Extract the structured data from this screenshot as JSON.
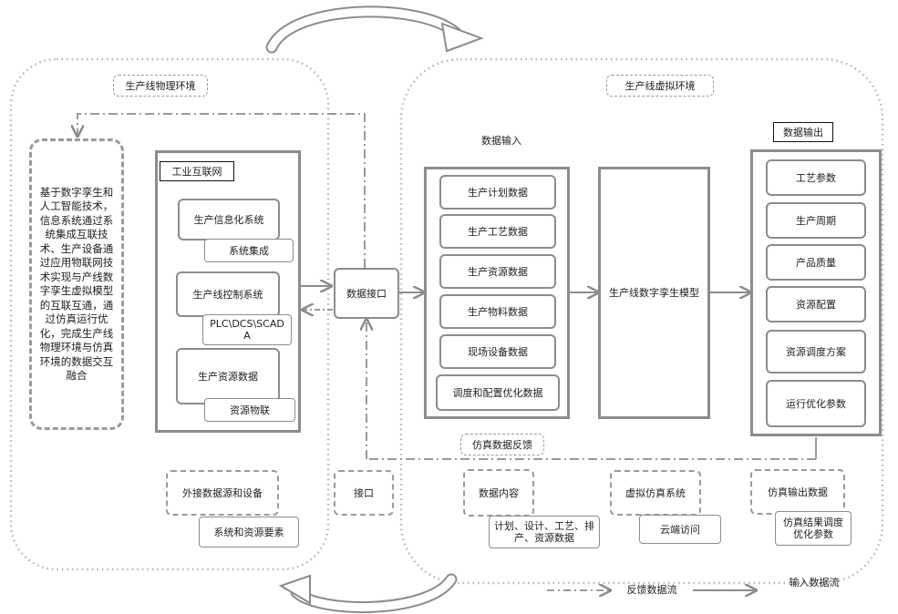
{
  "physical_env": {
    "title": "生产线物理环境",
    "description": "基于数字孪生和人工智能技术，信息系统通过系统集成互联技术、生产设备通过应用物联网技术实现与产线数字孪生虚拟模型的互联互通，通过仿真运行优化，完成生产线物理环境与仿真环境的数据交互融合",
    "industrial_internet": "工业互联网",
    "info_system": "生产信息化系统",
    "system_integration": "系统集成",
    "control_system": "生产线控制系统",
    "plc_label": "PLC\\DCS\\SCADA",
    "resource_data": "生产资源数据",
    "resource_iot": "资源物联",
    "external_source": "外接数据源和设备",
    "system_resource_elements": "系统和资源要素"
  },
  "interface": {
    "data_interface": "数据接口",
    "interface": "接口"
  },
  "virtual_env": {
    "title": "生产线虚拟环境",
    "data_input": "数据输入",
    "inputs": [
      "生产计划数据",
      "生产工艺数据",
      "生产资源数据",
      "生产物料数据",
      "现场设备数据",
      "调度和配置优化数据"
    ],
    "twin_model": "生产线数字孪生模型",
    "data_output": "数据输出",
    "outputs": [
      "工艺参数",
      "生产周期",
      "产品质量",
      "资源配置",
      "资源调度方案",
      "运行优化参数"
    ],
    "sim_feedback": "仿真数据反馈",
    "data_content": "数据内容",
    "data_content_detail": "计划、设计、工艺、排产、资源数据",
    "virtual_sim_system": "虚拟仿真系统",
    "cloud_access": "云端访问",
    "sim_output_data": "仿真输出数据",
    "sim_result": "仿真结果调度优化参数"
  },
  "legend": {
    "feedback_flow": "反馈数据流",
    "input_flow": "输入数据流"
  },
  "colors": {
    "line": "#8c8c8c",
    "dash": "#9a9a9a",
    "frame": "#b4b4b4"
  }
}
